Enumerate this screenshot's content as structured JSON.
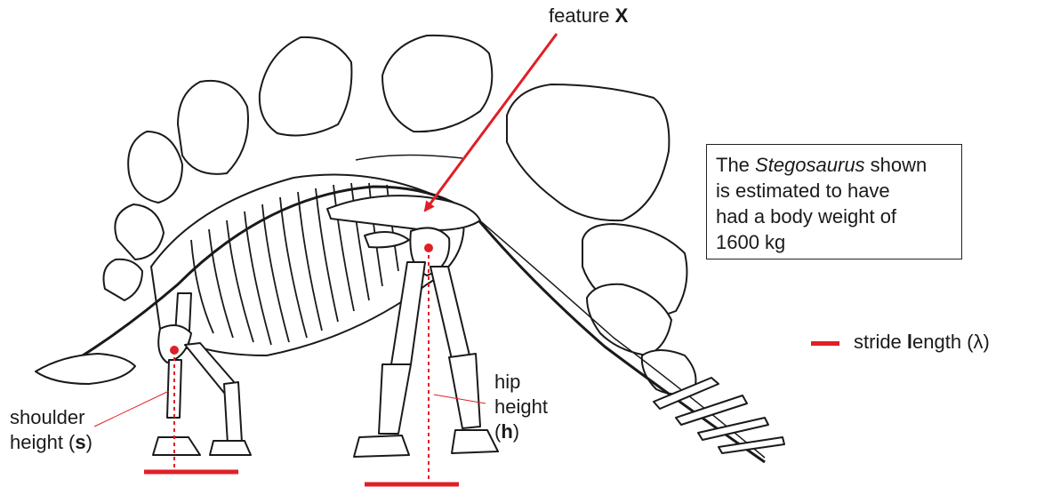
{
  "colors": {
    "marker": "#e01f26",
    "ink": "#1a1a1a"
  },
  "labels": {
    "feature": {
      "text": "feature ",
      "bold": "X"
    },
    "shoulder": {
      "line1": "shoulder",
      "line2a": "height (",
      "line2b": "s",
      "line2c": ")"
    },
    "hip": {
      "line1": "hip",
      "line2": "height",
      "line3a": "(",
      "line3b": "h",
      "line3c": ")"
    }
  },
  "info_box": {
    "line1_pre": "The ",
    "line1_italic": "Stegosaurus",
    "line1_post": " shown",
    "line2": "is estimated to have",
    "line3": "had a body weight of",
    "line4": "1600 kg"
  },
  "legend": {
    "label_pre": "stride ",
    "label_bold": "l",
    "label_post": "ength (λ)"
  },
  "illustration": {
    "subject": "stegosaurus-skeleton"
  }
}
